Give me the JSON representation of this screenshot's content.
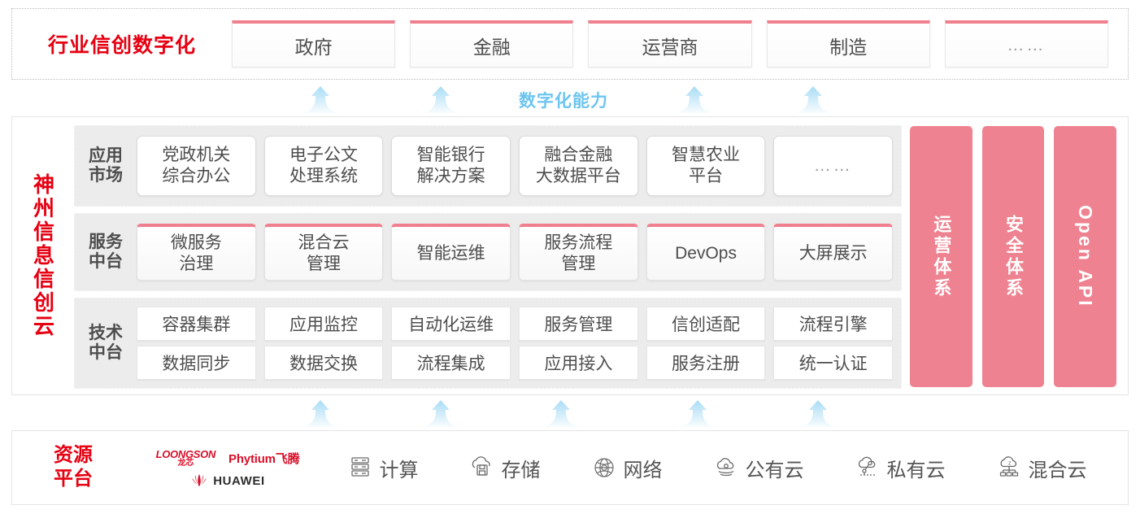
{
  "industry": {
    "title": "行业信创数字化",
    "cards": [
      {
        "label": "政府"
      },
      {
        "label": "金融"
      },
      {
        "label": "运营商"
      },
      {
        "label": "制造"
      },
      {
        "label": "……"
      }
    ]
  },
  "capability": {
    "label": "数字化能力",
    "arrow_count_top": 4,
    "arrow_count_bottom": 5,
    "arrow_color": "#a9dcf5"
  },
  "cloud": {
    "title": "神州信息信创云",
    "layers": [
      {
        "name": "app-market",
        "label": "应用\n市场",
        "label_lines": [
          "应用",
          "市场"
        ],
        "cards": [
          {
            "lines": [
              "党政机关",
              "综合办公"
            ]
          },
          {
            "lines": [
              "电子公文",
              "处理系统"
            ]
          },
          {
            "lines": [
              "智能银行",
              "解决方案"
            ]
          },
          {
            "lines": [
              "融合金融",
              "大数据平台"
            ]
          },
          {
            "lines": [
              "智慧农业",
              "平台"
            ]
          },
          {
            "lines": [
              "……"
            ],
            "dots": true
          }
        ]
      },
      {
        "name": "service-platform",
        "label_lines": [
          "服务",
          "中台"
        ],
        "cards": [
          {
            "lines": [
              "微服务",
              "治理"
            ]
          },
          {
            "lines": [
              "混合云",
              "管理"
            ]
          },
          {
            "lines": [
              "智能运维"
            ]
          },
          {
            "lines": [
              "服务流程",
              "管理"
            ]
          },
          {
            "lines": [
              "DevOps"
            ]
          },
          {
            "lines": [
              "大屏展示"
            ]
          }
        ]
      },
      {
        "name": "tech-platform",
        "label_lines": [
          "技术",
          "中台"
        ],
        "rows": [
          [
            "容器集群",
            "应用监控",
            "自动化运维",
            "服务管理",
            "信创适配",
            "流程引擎"
          ],
          [
            "数据同步",
            "数据交换",
            "流程集成",
            "应用接入",
            "服务注册",
            "统一认证"
          ]
        ]
      }
    ],
    "pillars": [
      {
        "text": "运营体系",
        "vertical": true,
        "rotated": false
      },
      {
        "text": "安全体系",
        "vertical": true,
        "rotated": false
      },
      {
        "text": "Open API",
        "vertical": true,
        "rotated": true
      }
    ],
    "pillar_color": "#ef8290"
  },
  "resource": {
    "title_lines": [
      "资源",
      "平台"
    ],
    "vendors": [
      {
        "name": "loongson",
        "en": "LOONGSON",
        "cn": "龙芯"
      },
      {
        "name": "phytium",
        "text": "Phytium飞腾"
      },
      {
        "name": "huawei",
        "text": "HUAWEI"
      }
    ],
    "items": [
      {
        "icon": "server-rack-icon",
        "label": "计算"
      },
      {
        "icon": "cloud-storage-icon",
        "label": "存储"
      },
      {
        "icon": "network-globe-icon",
        "label": "网络"
      },
      {
        "icon": "public-cloud-icon",
        "label": "公有云"
      },
      {
        "icon": "private-cloud-icon",
        "label": "私有云"
      },
      {
        "icon": "hybrid-cloud-icon",
        "label": "混合云"
      }
    ]
  },
  "colors": {
    "brand_red": "#e60012",
    "pink": "#ef8290",
    "card_top_pink": "#f0808e",
    "arrow_blue": "#a9dcf5",
    "capability_text": "#6cc5f0",
    "layer_bg": "#ececec"
  }
}
